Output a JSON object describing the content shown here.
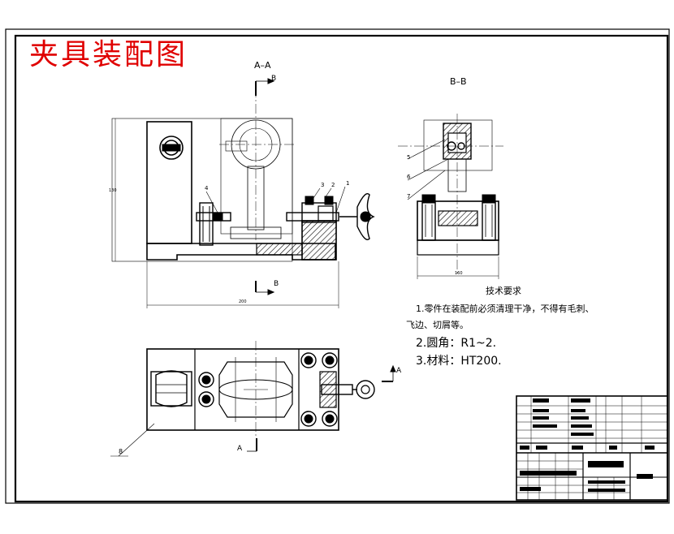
{
  "drawing": {
    "title": "夹具装配图",
    "view_aa": "A–A",
    "view_bb": "B–B",
    "label_b": "B",
    "label_a": "A",
    "balloon_1": "1",
    "balloon_2": "2",
    "balloon_3": "3",
    "balloon_4": "4",
    "balloon_5": "5",
    "balloon_6": "6",
    "balloon_7": "7",
    "balloon_8": "8"
  },
  "requirements": {
    "title": "技术要求",
    "item1_line1": "1.零件在装配前必须清理干净，不得有毛刺、",
    "item1_line2": "飞边、切屑等。",
    "item2": "2.圆角：R1~2.",
    "item3": "3.材料：HT200."
  },
  "colors": {
    "title_red": "#e00000",
    "line": "#000000",
    "hatch": "#000000"
  }
}
